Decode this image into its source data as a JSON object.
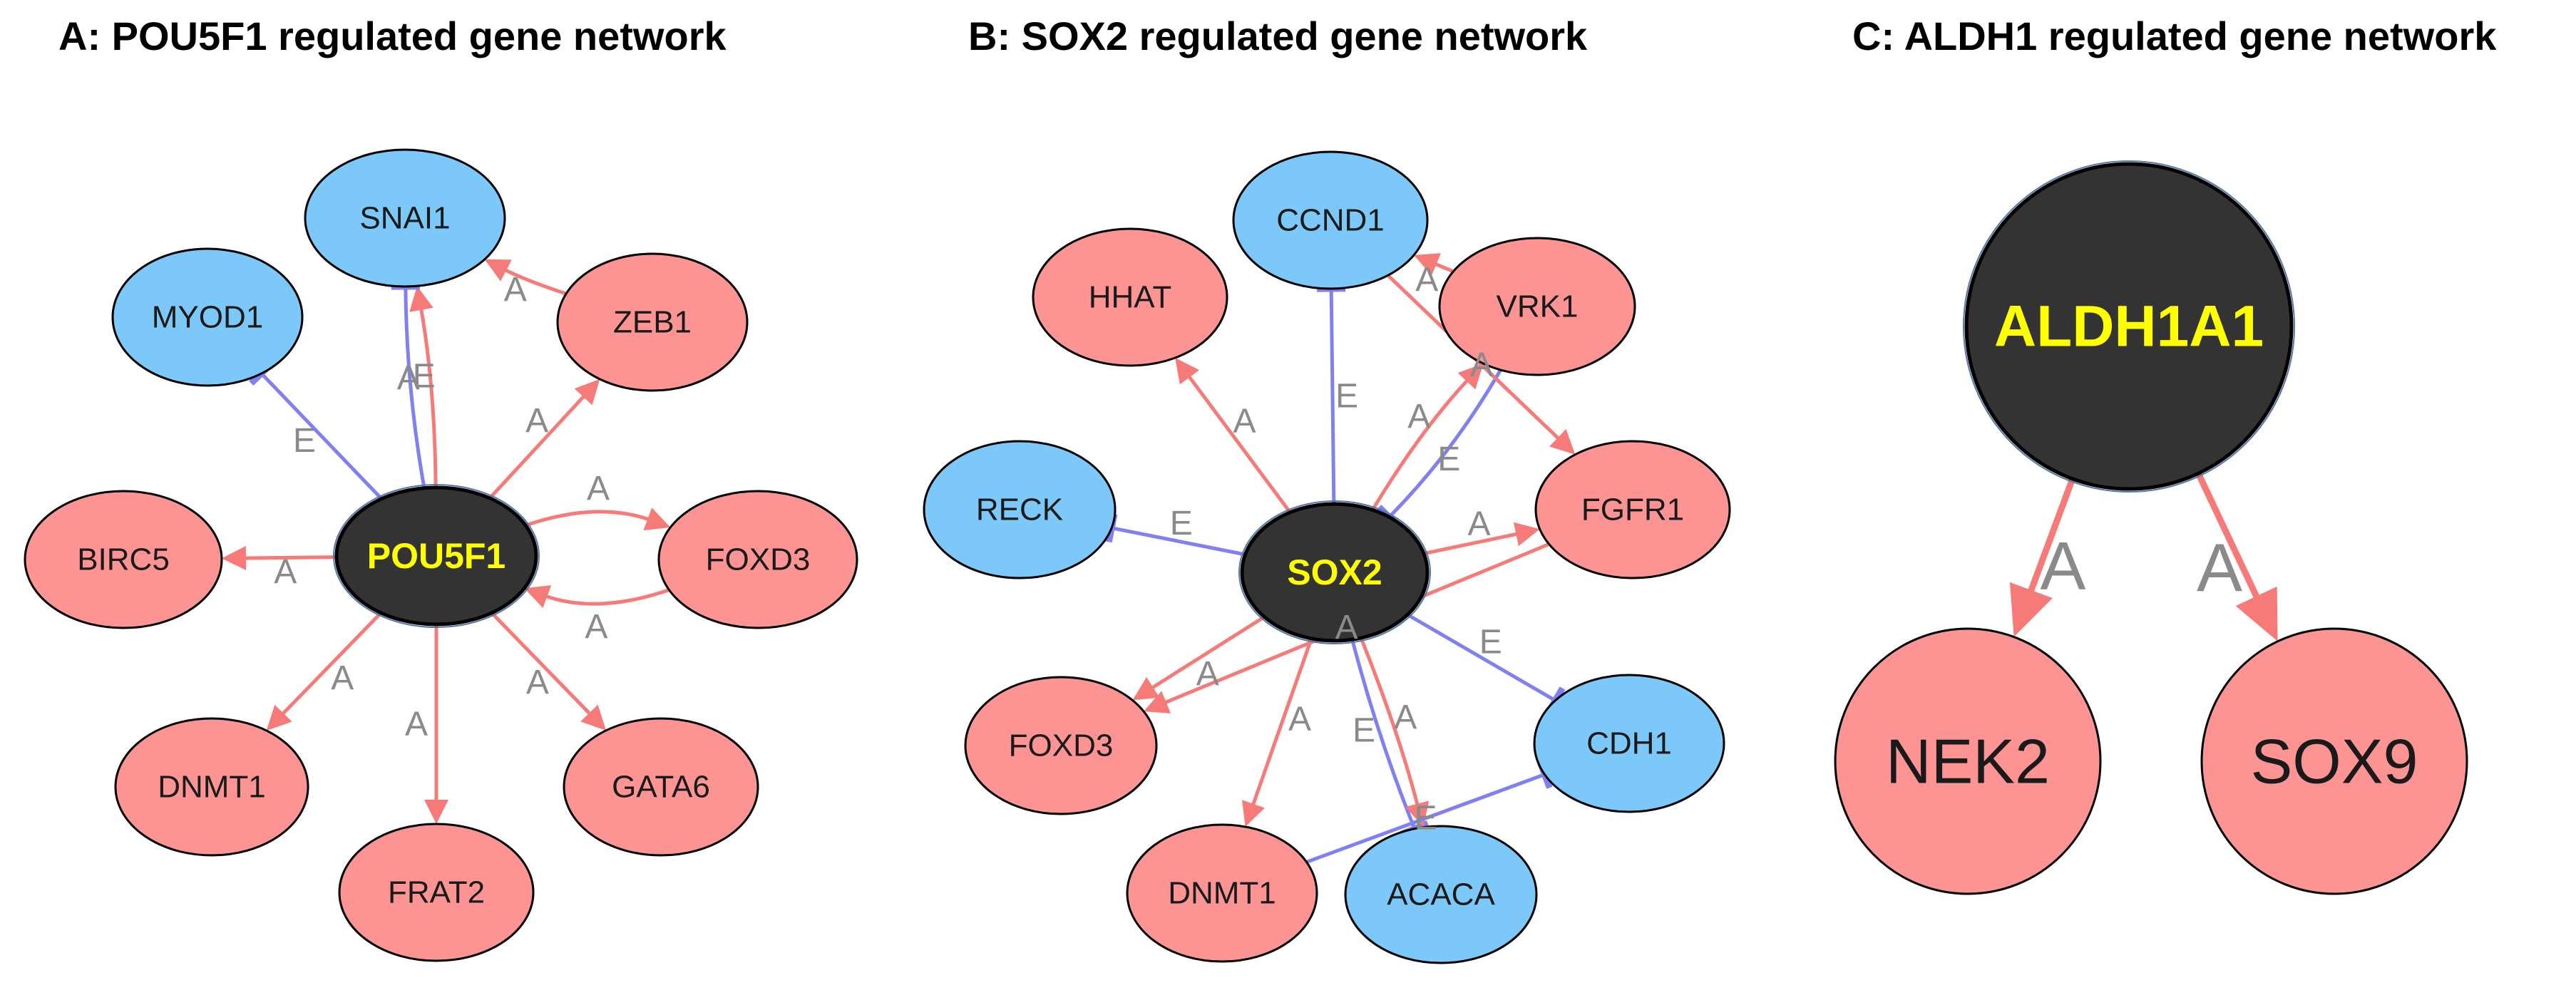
{
  "colors": {
    "activate": "#f57a78",
    "inhibit": "#8080f0",
    "up_node": "#fc9494",
    "down_node": "#7cc8f8",
    "center_node": "#333333",
    "center_text": "#ffff00",
    "edge_label": "#8a8a8a"
  },
  "panels": [
    {
      "id": "A",
      "title": "A: POU5F1 regulated gene network",
      "center": "POU5F1",
      "nodes": [
        {
          "id": "POU5F1",
          "type": "center"
        },
        {
          "id": "SNAI1",
          "type": "down"
        },
        {
          "id": "MYOD1",
          "type": "down"
        },
        {
          "id": "ZEB1",
          "type": "up"
        },
        {
          "id": "BIRC5",
          "type": "up"
        },
        {
          "id": "FOXD3",
          "type": "up"
        },
        {
          "id": "DNMT1",
          "type": "up"
        },
        {
          "id": "GATA6",
          "type": "up"
        },
        {
          "id": "FRAT2",
          "type": "up"
        }
      ],
      "edges": [
        {
          "from": "POU5F1",
          "to": "SNAI1",
          "kind": "A"
        },
        {
          "from": "POU5F1",
          "to": "SNAI1",
          "kind": "E"
        },
        {
          "from": "POU5F1",
          "to": "MYOD1",
          "kind": "E"
        },
        {
          "from": "POU5F1",
          "to": "ZEB1",
          "kind": "A"
        },
        {
          "from": "ZEB1",
          "to": "SNAI1",
          "kind": "A"
        },
        {
          "from": "POU5F1",
          "to": "BIRC5",
          "kind": "A"
        },
        {
          "from": "POU5F1",
          "to": "FOXD3",
          "kind": "A"
        },
        {
          "from": "FOXD3",
          "to": "POU5F1",
          "kind": "A"
        },
        {
          "from": "POU5F1",
          "to": "DNMT1",
          "kind": "A"
        },
        {
          "from": "POU5F1",
          "to": "FRAT2",
          "kind": "A"
        },
        {
          "from": "POU5F1",
          "to": "GATA6",
          "kind": "A"
        }
      ]
    },
    {
      "id": "B",
      "title": "B: SOX2 regulated gene network",
      "center": "SOX2",
      "nodes": [
        {
          "id": "SOX2",
          "type": "center"
        },
        {
          "id": "CCND1",
          "type": "down"
        },
        {
          "id": "HHAT",
          "type": "up"
        },
        {
          "id": "VRK1",
          "type": "up"
        },
        {
          "id": "RECK",
          "type": "down"
        },
        {
          "id": "FGFR1",
          "type": "up"
        },
        {
          "id": "CDH1",
          "type": "down"
        },
        {
          "id": "FOXD3",
          "type": "up"
        },
        {
          "id": "DNMT1",
          "type": "up"
        },
        {
          "id": "ACACA",
          "type": "down"
        }
      ],
      "edges": [
        {
          "from": "SOX2",
          "to": "CCND1",
          "kind": "E"
        },
        {
          "from": "SOX2",
          "to": "HHAT",
          "kind": "A"
        },
        {
          "from": "SOX2",
          "to": "VRK1",
          "kind": "A"
        },
        {
          "from": "VRK1",
          "to": "SOX2",
          "kind": "E"
        },
        {
          "from": "VRK1",
          "to": "CCND1",
          "kind": "A"
        },
        {
          "from": "CCND1",
          "to": "FGFR1",
          "kind": "A"
        },
        {
          "from": "SOX2",
          "to": "RECK",
          "kind": "E"
        },
        {
          "from": "SOX2",
          "to": "FGFR1",
          "kind": "A"
        },
        {
          "from": "FGFR1",
          "to": "FOXD3",
          "kind": "A"
        },
        {
          "from": "SOX2",
          "to": "CDH1",
          "kind": "E"
        },
        {
          "from": "SOX2",
          "to": "FOXD3",
          "kind": "A"
        },
        {
          "from": "SOX2",
          "to": "DNMT1",
          "kind": "A"
        },
        {
          "from": "SOX2",
          "to": "ACACA",
          "kind": "E"
        },
        {
          "from": "SOX2",
          "to": "ACACA",
          "kind": "A"
        },
        {
          "from": "DNMT1",
          "to": "CDH1",
          "kind": "E"
        }
      ]
    },
    {
      "id": "C",
      "title": "C: ALDH1 regulated gene network",
      "center": "ALDH1A1",
      "nodes": [
        {
          "id": "ALDH1A1",
          "type": "center"
        },
        {
          "id": "NEK2",
          "type": "up"
        },
        {
          "id": "SOX9",
          "type": "up"
        }
      ],
      "edges": [
        {
          "from": "ALDH1A1",
          "to": "NEK2",
          "kind": "A"
        },
        {
          "from": "ALDH1A1",
          "to": "SOX9",
          "kind": "A"
        }
      ]
    }
  ]
}
